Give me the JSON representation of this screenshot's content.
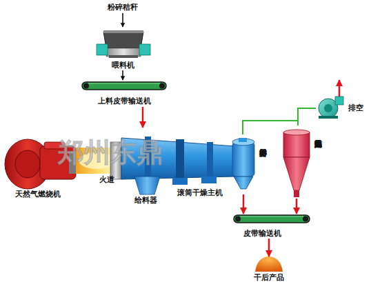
{
  "diagram": {
    "nodes": [
      {
        "text": [
          "喂料机"
        ]
      },
      {
        "text": [
          "上料皮带输送机"
        ]
      },
      {
        "text": [
          "天然气燃烧机"
        ]
      },
      {
        "text": [
          "火道"
        ]
      },
      {
        "text": [
          "给料器"
        ]
      },
      {
        "text": [
          "滚筒干燥主机"
        ]
      },
      {
        "text": [
          "密封排料器"
        ]
      },
      {
        "text": [
          "高效旋风除尘器"
        ]
      },
      {
        "text": [
          "排空"
        ]
      },
      {
        "text": [
          "皮带输送机"
        ]
      },
      {
        "text": [
          "干后产品"
        ]
      }
    ],
    "edges": [
      {
        "from": 0,
        "to": 1,
        "arrow": "to"
      },
      {
        "from": 1,
        "to": 4,
        "arrow": "to"
      },
      {
        "from": 6,
        "to": 9,
        "arrow": "to"
      },
      {
        "from": 7,
        "to": 9,
        "arrow": "to"
      },
      {
        "from": 9,
        "to": 10,
        "arrow": "to"
      },
      {
        "from": 6,
        "to": 7,
        "arrow": "none"
      },
      {
        "from": 7,
        "to": 8,
        "arrow": "none"
      }
    ],
    "labels": [
      "粉碎秸秆",
      "郑州东鼎"
    ]
  }
}
